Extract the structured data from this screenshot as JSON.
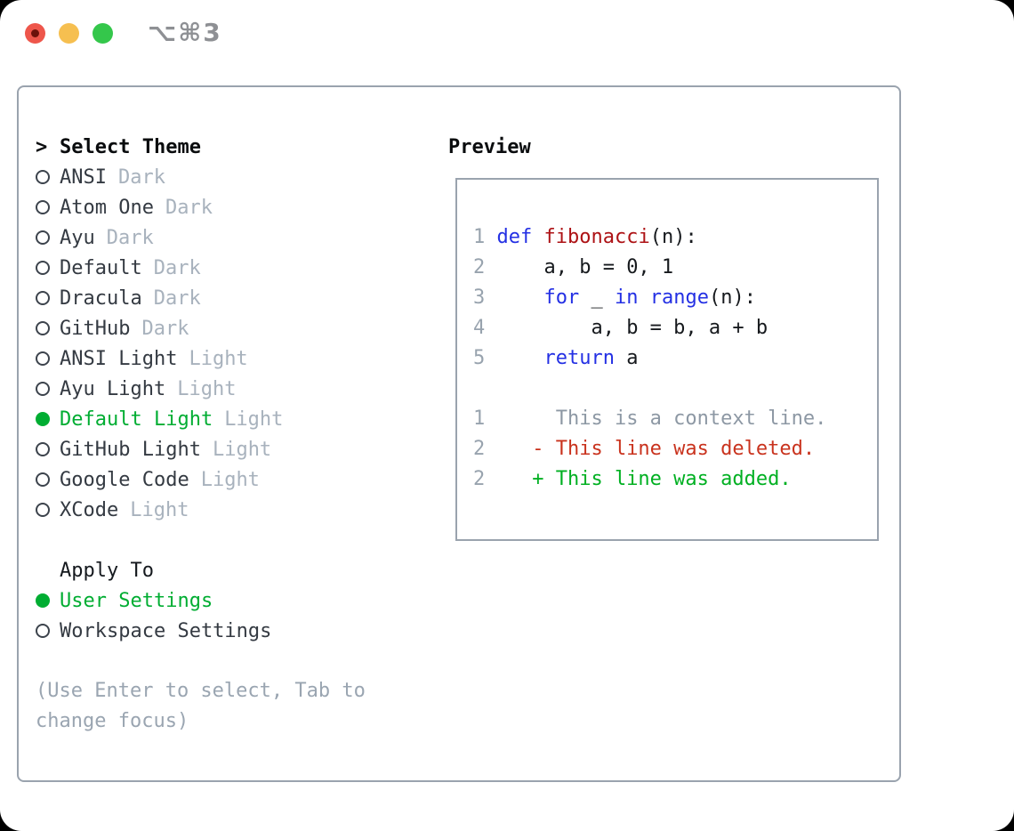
{
  "window": {
    "title_shortcut": "⌥⌘3"
  },
  "colors": {
    "selection_green": "#00ad32",
    "keyword_blue": "#2430e4",
    "function_red": "#ad1215",
    "deleted_red": "#c9331e",
    "added_green": "#00b022",
    "muted_gray": "#a8b2bd",
    "border_gray": "#9aa3ae",
    "traffic_red": "#ee564b",
    "traffic_yellow": "#f6bf50",
    "traffic_green": "#34c74b"
  },
  "theme_panel": {
    "prompt": ">",
    "heading": "Select Theme",
    "themes": [
      {
        "label": "ANSI",
        "variant": "Dark",
        "selected": false
      },
      {
        "label": "Atom One",
        "variant": "Dark",
        "selected": false
      },
      {
        "label": "Ayu",
        "variant": "Dark",
        "selected": false
      },
      {
        "label": "Default",
        "variant": "Dark",
        "selected": false
      },
      {
        "label": "Dracula",
        "variant": "Dark",
        "selected": false
      },
      {
        "label": "GitHub",
        "variant": "Dark",
        "selected": false
      },
      {
        "label": "ANSI Light",
        "variant": "Light",
        "selected": false
      },
      {
        "label": "Ayu Light",
        "variant": "Light",
        "selected": false
      },
      {
        "label": "Default Light",
        "variant": "Light",
        "selected": true
      },
      {
        "label": "GitHub Light",
        "variant": "Light",
        "selected": false
      },
      {
        "label": "Google Code",
        "variant": "Light",
        "selected": false
      },
      {
        "label": "XCode",
        "variant": "Light",
        "selected": false
      }
    ],
    "apply_to": {
      "heading": "Apply To",
      "options": [
        {
          "label": "User Settings",
          "selected": true
        },
        {
          "label": "Workspace Settings",
          "selected": false
        }
      ]
    },
    "hint": "(Use Enter to select, Tab to change focus)"
  },
  "preview": {
    "heading": "Preview",
    "code_lines": [
      {
        "num": "1",
        "segs": [
          {
            "t": " ",
            "c": "plain"
          },
          {
            "t": "def",
            "c": "keyword"
          },
          {
            "t": " ",
            "c": "plain"
          },
          {
            "t": "fibonacci",
            "c": "function"
          },
          {
            "t": "(n):",
            "c": "plain"
          }
        ]
      },
      {
        "num": "2",
        "segs": [
          {
            "t": "     a, b = 0, 1",
            "c": "plain"
          }
        ]
      },
      {
        "num": "3",
        "segs": [
          {
            "t": "     ",
            "c": "plain"
          },
          {
            "t": "for",
            "c": "keyword"
          },
          {
            "t": " _ ",
            "c": "plain"
          },
          {
            "t": "in",
            "c": "keyword"
          },
          {
            "t": " ",
            "c": "plain"
          },
          {
            "t": "range",
            "c": "keyword"
          },
          {
            "t": "(n):",
            "c": "plain"
          }
        ]
      },
      {
        "num": "4",
        "segs": [
          {
            "t": "         a, b = b, a + b",
            "c": "plain"
          }
        ]
      },
      {
        "num": "5",
        "segs": [
          {
            "t": "     ",
            "c": "plain"
          },
          {
            "t": "return",
            "c": "keyword"
          },
          {
            "t": " a",
            "c": "plain"
          }
        ]
      },
      {
        "num": "",
        "segs": []
      },
      {
        "num": "1",
        "segs": [
          {
            "t": "      This is a context line.",
            "c": "context"
          }
        ]
      },
      {
        "num": "2",
        "segs": [
          {
            "t": "    - This line was deleted.",
            "c": "deleted"
          }
        ]
      },
      {
        "num": "2",
        "segs": [
          {
            "t": "    + This line was added.",
            "c": "added"
          }
        ]
      }
    ]
  }
}
